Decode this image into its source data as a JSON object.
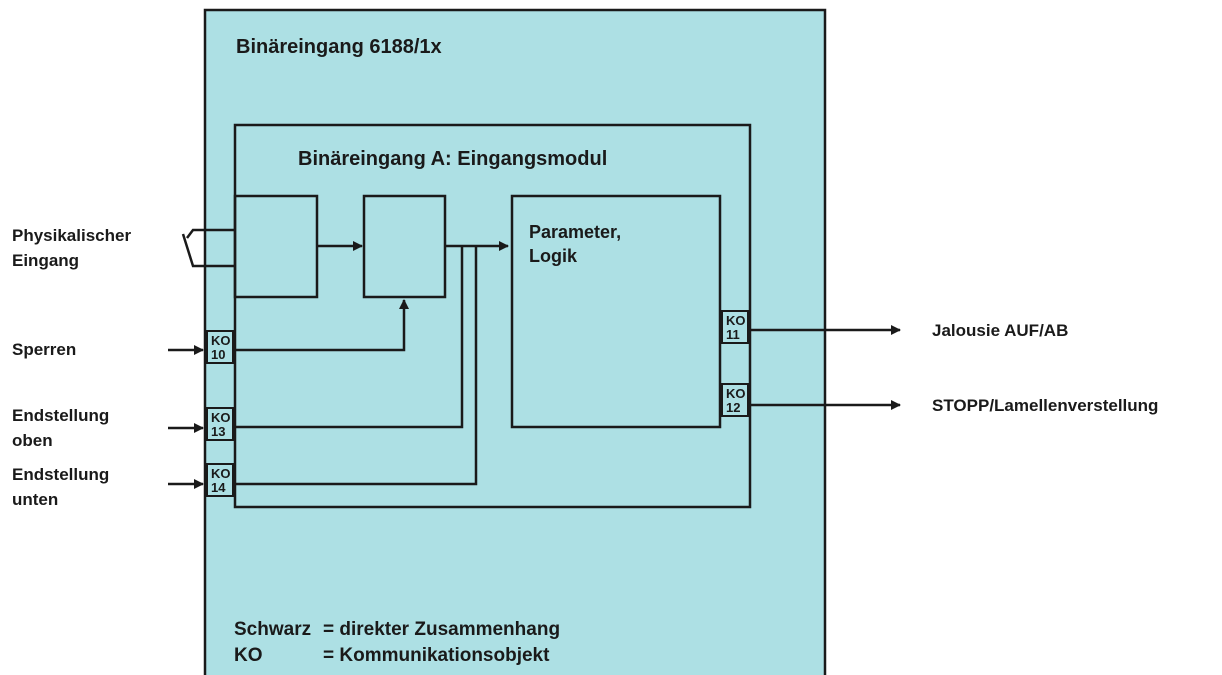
{
  "colors": {
    "panel": "#ade0e4",
    "line": "#1a1a1a",
    "background": "#ffffff"
  },
  "device_title": "Binäreingang  6188/1x",
  "module_title": "Binäreingang A: Eingangsmodul",
  "logic_block": {
    "line1": "Parameter,",
    "line2": "Logik"
  },
  "inputs": {
    "physical": {
      "line1": "Physikalischer",
      "line2": "Eingang"
    },
    "sperren": "Sperren",
    "end_oben": {
      "line1": "Endstellung",
      "line2": "oben"
    },
    "end_unten": {
      "line1": "Endstellung",
      "line2": "unten"
    }
  },
  "ko": {
    "k10": {
      "a": "KO",
      "b": "10"
    },
    "k13": {
      "a": "KO",
      "b": "13"
    },
    "k14": {
      "a": "KO",
      "b": "14"
    },
    "k11": {
      "a": "KO",
      "b": "11"
    },
    "k12": {
      "a": "KO",
      "b": "12"
    }
  },
  "outputs": {
    "jalousie": "Jalousie AUF/AB",
    "stopp": "STOPP/Lamellenverstellung"
  },
  "legend": {
    "row1_key": "Schwarz",
    "row1_eq": "= direkter Zusammenhang",
    "row2_key": "KO",
    "row2_eq": "= Kommunikationsobjekt"
  }
}
